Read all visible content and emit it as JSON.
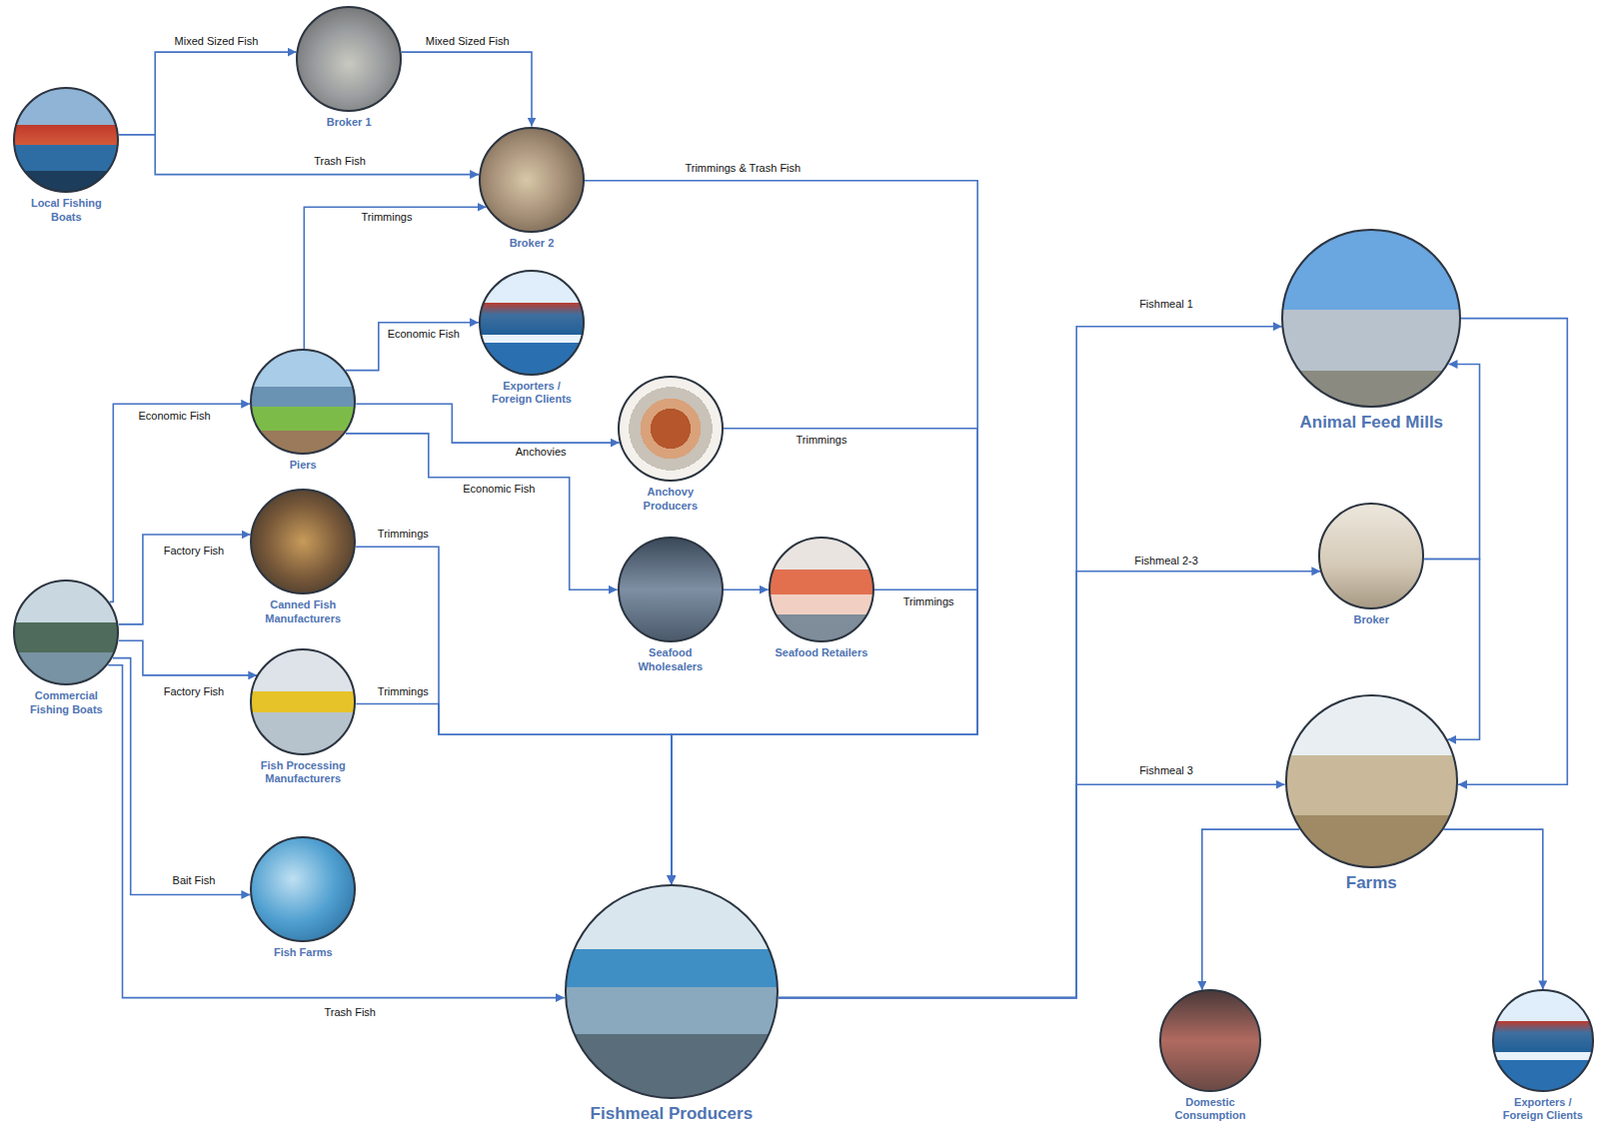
{
  "diagram": {
    "nodes": [
      {
        "text": [
          "Local Fishing Boats"
        ]
      },
      {
        "text": [
          "Broker 1"
        ]
      },
      {
        "text": [
          "Broker 2"
        ]
      },
      {
        "text": [
          "Exporters / Foreign Clients"
        ]
      },
      {
        "text": [
          "Piers"
        ]
      },
      {
        "text": [
          "Anchovy Producers"
        ]
      },
      {
        "text": [
          "Canned Fish Manufacturers"
        ]
      },
      {
        "text": [
          "Seafood Wholesalers"
        ]
      },
      {
        "text": [
          "Seafood Retailers"
        ]
      },
      {
        "text": [
          "Commercial Fishing Boats"
        ]
      },
      {
        "text": [
          "Fish Processing Manufacturers"
        ]
      },
      {
        "text": [
          "Fish Farms"
        ]
      },
      {
        "text": [
          "Fishmeal Producers"
        ]
      },
      {
        "text": [
          "Animal Feed Mills"
        ]
      },
      {
        "text": [
          "Broker"
        ]
      },
      {
        "text": [
          "Farms"
        ]
      },
      {
        "text": [
          "Domestic Consumption"
        ]
      },
      {
        "text": [
          "Exporters / Foreign Clients"
        ]
      }
    ],
    "edges": [
      {
        "from": 0,
        "to": 1,
        "arrow": "to",
        "label": "Mixed Sized Fish"
      },
      {
        "from": 1,
        "to": 2,
        "arrow": "to",
        "label": "Mixed Sized Fish"
      },
      {
        "from": 0,
        "to": 2,
        "arrow": "to",
        "label": "Trash Fish"
      },
      {
        "from": 4,
        "to": 2,
        "arrow": "to",
        "label": "Trimmings"
      },
      {
        "from": 4,
        "to": 3,
        "arrow": "to",
        "label": "Economic Fish"
      },
      {
        "from": 4,
        "to": 5,
        "arrow": "to",
        "label": "Anchovies"
      },
      {
        "from": 4,
        "to": 7,
        "arrow": "to",
        "label": "Economic Fish"
      },
      {
        "from": 7,
        "to": 8,
        "arrow": "to"
      },
      {
        "from": 9,
        "to": 4,
        "arrow": "to",
        "label": "Economic Fish"
      },
      {
        "from": 9,
        "to": 6,
        "arrow": "to",
        "label": "Factory Fish"
      },
      {
        "from": 9,
        "to": 10,
        "arrow": "to",
        "label": "Factory Fish"
      },
      {
        "from": 9,
        "to": 11,
        "arrow": "to",
        "label": "Bait Fish"
      },
      {
        "from": 9,
        "to": 12,
        "arrow": "to",
        "label": "Trash Fish"
      },
      {
        "from": 2,
        "to": 12,
        "arrow": "to",
        "label": "Trimmings & Trash Fish"
      },
      {
        "from": 5,
        "to": 12,
        "arrow": "to",
        "label": "Trimmings"
      },
      {
        "from": 8,
        "to": 12,
        "arrow": "to",
        "label": "Trimmings"
      },
      {
        "from": 6,
        "to": 12,
        "arrow": "to",
        "label": "Trimmings"
      },
      {
        "from": 10,
        "to": 12,
        "arrow": "to",
        "label": "Trimmings"
      },
      {
        "from": 12,
        "to": 13,
        "arrow": "to",
        "label": "Fishmeal 1"
      },
      {
        "from": 12,
        "to": 14,
        "arrow": "to",
        "label": "Fishmeal 2-3"
      },
      {
        "from": 12,
        "to": 15,
        "arrow": "to",
        "label": "Fishmeal 3"
      },
      {
        "from": 13,
        "to": 15,
        "arrow": "to"
      },
      {
        "from": 14,
        "to": 13,
        "arrow": "to"
      },
      {
        "from": 14,
        "to": 15,
        "arrow": "to"
      },
      {
        "from": 15,
        "to": 16,
        "arrow": "to"
      },
      {
        "from": 15,
        "to": 17,
        "arrow": "to"
      }
    ]
  }
}
